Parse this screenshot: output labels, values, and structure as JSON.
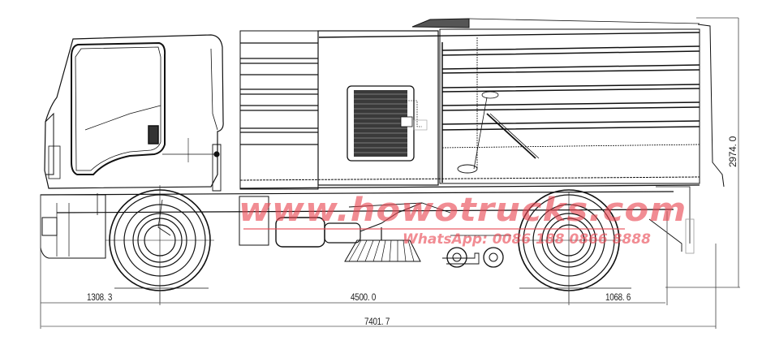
{
  "drawing": {
    "subject": "Road sweeper truck side elevation",
    "line_color": "#111111",
    "background": "#ffffff"
  },
  "dimensions": {
    "front_overhang": "1308. 3",
    "wheelbase": "4500. 0",
    "rear_overhang": "1068. 6",
    "overall_length": "7401. 7",
    "overall_height": "2974. 0"
  },
  "watermark": {
    "site": "www.howotrucks.com",
    "contact": "WhatsApp: 0086 188 0866 8888",
    "color": "#e84650"
  }
}
